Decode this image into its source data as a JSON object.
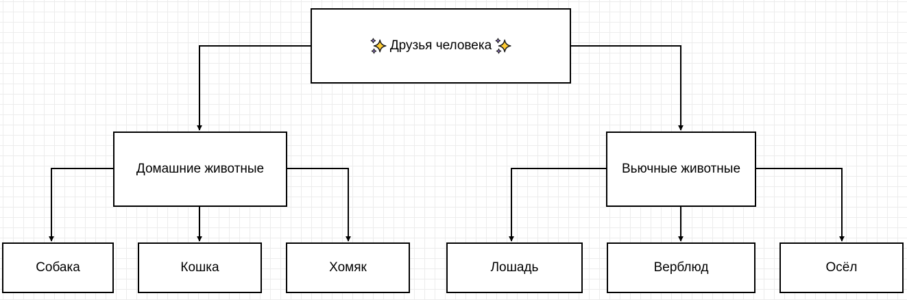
{
  "root": {
    "label": "Друзья человека",
    "decoration_icon": "sparkles-icon"
  },
  "categories": {
    "domestic": {
      "label": "Домашние животные",
      "children": [
        "Собака",
        "Кошка",
        "Хомяк"
      ]
    },
    "pack": {
      "label": "Вьючные животные",
      "children": [
        "Лошадь",
        "Верблюд",
        "Осёл"
      ]
    }
  },
  "colors": {
    "stroke": "#000000",
    "background": "#ffffff",
    "grid": "#ececec",
    "sparkle_yellow": "#ffcc33",
    "sparkle_purple": "#9b7bd6"
  }
}
